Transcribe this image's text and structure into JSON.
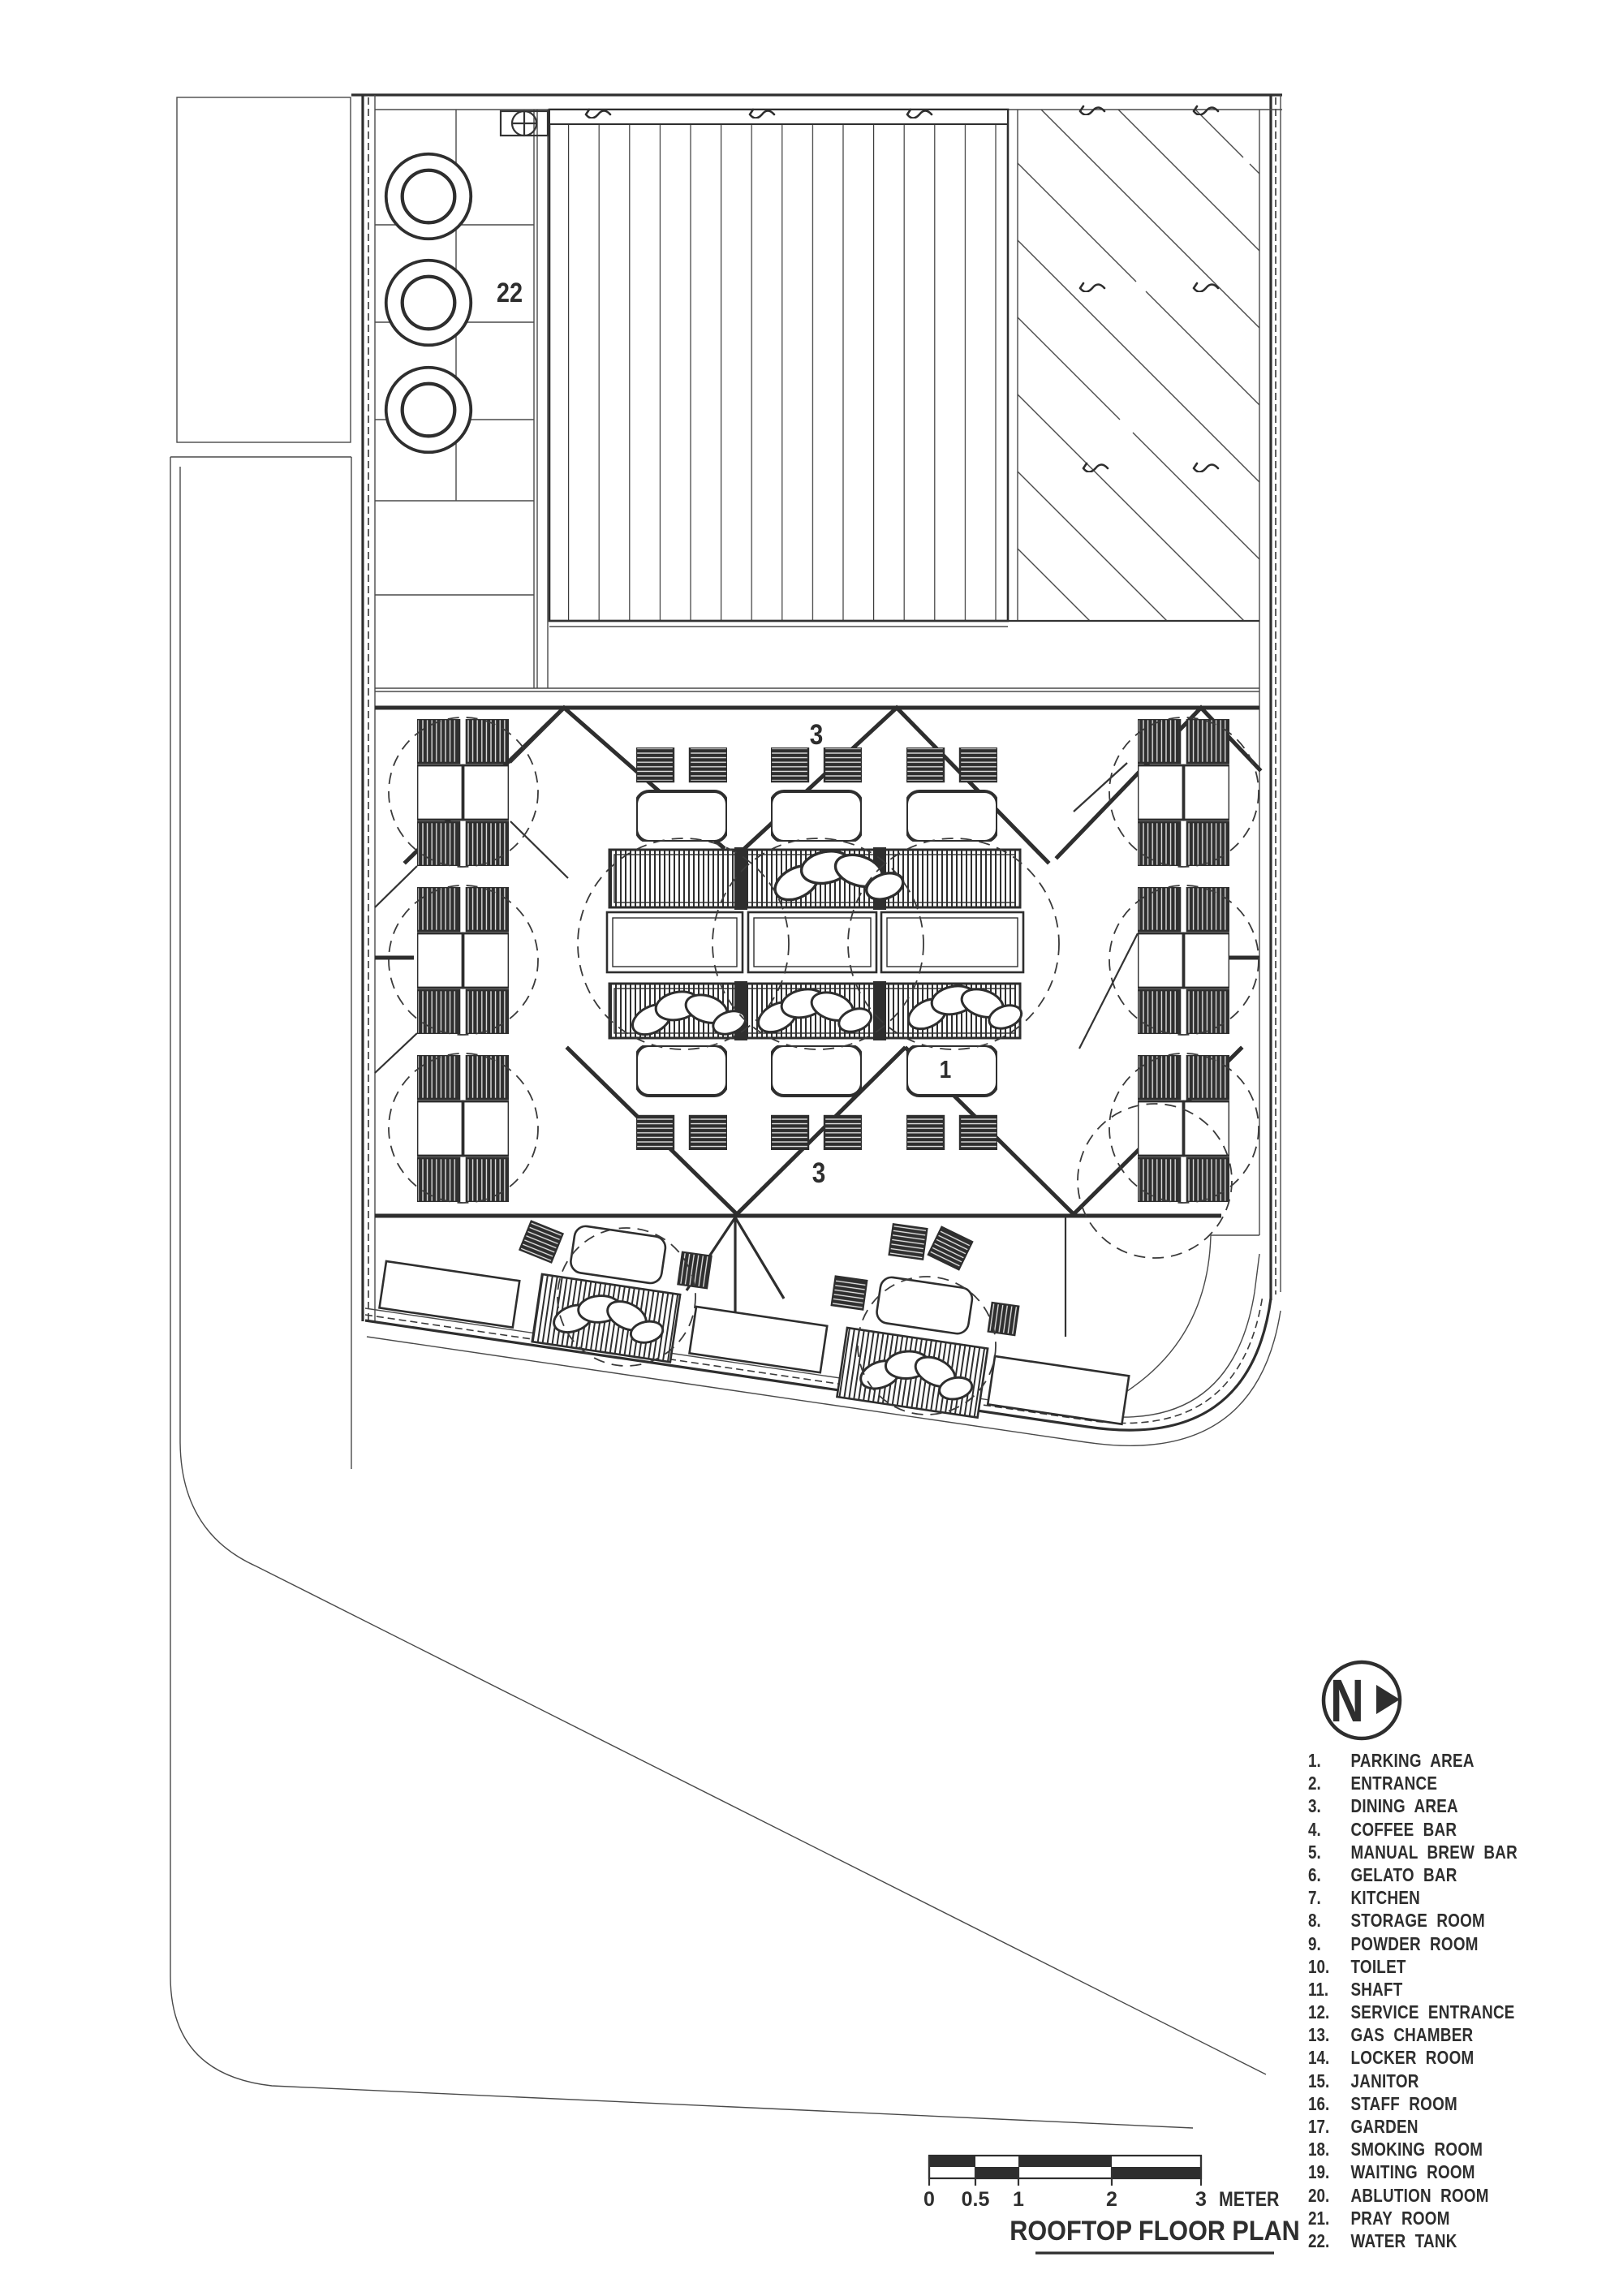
{
  "title": {
    "text": "ROOFTOP FLOOR PLAN"
  },
  "north": {
    "letter": "N"
  },
  "scalebar": {
    "labels": [
      "0",
      "0.5",
      "1",
      "2",
      "3"
    ],
    "unit": "METER"
  },
  "plan_labels": {
    "water_tank": "22",
    "dining_area_top": "3",
    "dining_area_bottom": "3",
    "parking": "1"
  },
  "colors": {
    "ink": "#2e2e2e",
    "paper": "#ffffff"
  },
  "legend": {
    "items": [
      {
        "no": "1.",
        "label": "PARKING AREA"
      },
      {
        "no": "2.",
        "label": "ENTRANCE"
      },
      {
        "no": "3.",
        "label": "DINING AREA"
      },
      {
        "no": "4.",
        "label": "COFFEE BAR"
      },
      {
        "no": "5.",
        "label": "MANUAL BREW BAR"
      },
      {
        "no": "6.",
        "label": "GELATO BAR"
      },
      {
        "no": "7.",
        "label": "KITCHEN"
      },
      {
        "no": "8.",
        "label": "STORAGE ROOM"
      },
      {
        "no": "9.",
        "label": "POWDER ROOM"
      },
      {
        "no": "10.",
        "label": "TOILET"
      },
      {
        "no": "11.",
        "label": "SHAFT"
      },
      {
        "no": "12.",
        "label": "SERVICE ENTRANCE"
      },
      {
        "no": "13.",
        "label": "GAS CHAMBER"
      },
      {
        "no": "14.",
        "label": "LOCKER ROOM"
      },
      {
        "no": "15.",
        "label": "JANITOR"
      },
      {
        "no": "16.",
        "label": "STAFF ROOM"
      },
      {
        "no": "17.",
        "label": "GARDEN"
      },
      {
        "no": "18.",
        "label": "SMOKING ROOM"
      },
      {
        "no": "19.",
        "label": "WAITING ROOM"
      },
      {
        "no": "20.",
        "label": "ABLUTION ROOM"
      },
      {
        "no": "21.",
        "label": "PRAY ROOM"
      },
      {
        "no": "22.",
        "label": "WATER TANK"
      }
    ]
  }
}
